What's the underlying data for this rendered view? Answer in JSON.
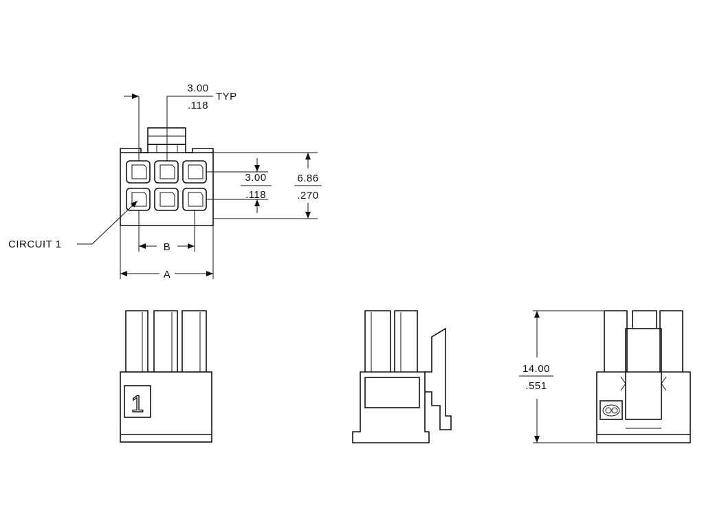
{
  "drawing": {
    "pitch_top_mm": "3.00",
    "pitch_top_in": ".118",
    "pitch_top_suffix": "TYP",
    "pitch_side_mm": "3.00",
    "pitch_side_in": ".118",
    "height_mm": "6.86",
    "height_in": ".270",
    "circuit_label": "CIRCUIT  1",
    "dim_b": "B",
    "dim_a": "A",
    "length_mm": "14.00",
    "length_in": ".551",
    "circuit_marker": "1",
    "accent_color": "#111111"
  }
}
